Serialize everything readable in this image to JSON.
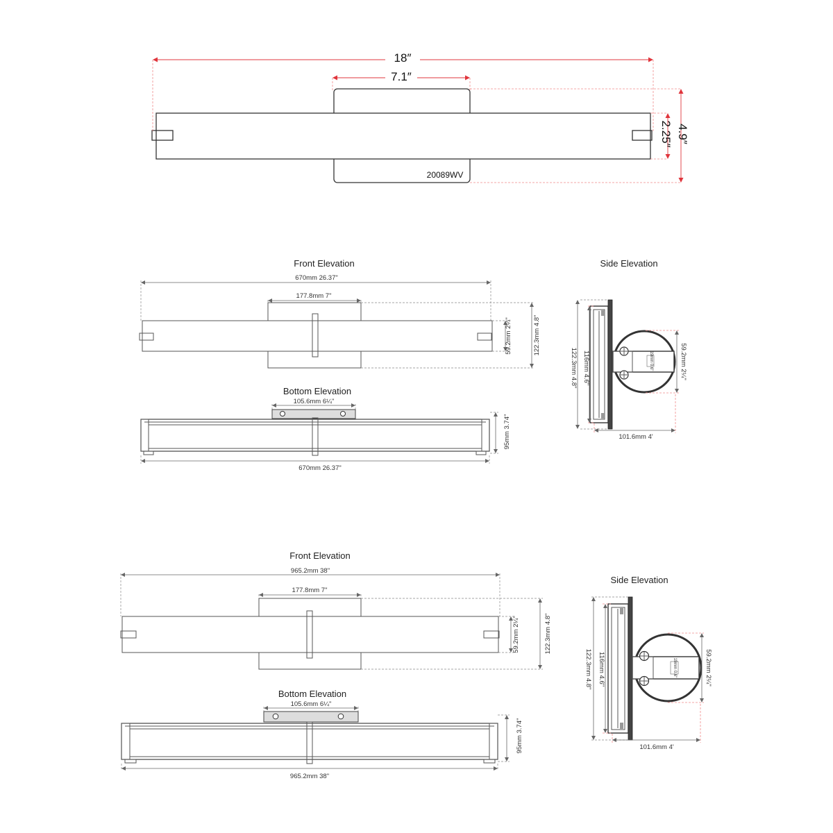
{
  "top": {
    "overall_width": "18″",
    "plate_width": "7.1″",
    "overall_height": "4.9″",
    "bar_height": "2.25″",
    "model": "20089WV"
  },
  "diagram1": {
    "front_title": "Front Elevation",
    "front_width": "670mm 26.37\"",
    "front_plate_width": "177.8mm 7\"",
    "front_bar_height": "59.2mm 2¼\"",
    "front_plate_height": "122.3mm 4.8\"",
    "bottom_title": "Bottom Elevation",
    "bottom_plate_width": "105.6mm 6¼\"",
    "bottom_depth": "95mm 3.74\"",
    "bottom_width": "670mm 26.37\"",
    "side_title": "Side Elevation",
    "side_height_inner": "116mm 4.6\"",
    "side_height_outer": "122.3mm 4.8\"",
    "side_ring_height": "59.2mm 2¼\"",
    "side_small": "19mm 0.6\"",
    "side_depth": "101.6mm 4'"
  },
  "diagram2": {
    "front_title": "Front Elevation",
    "front_width": "965.2mm 38\"",
    "front_plate_width": "177.8mm 7\"",
    "front_bar_height": "59.2mm 2¼\"",
    "front_plate_height": "122.3mm 4.8\"",
    "bottom_title": "Bottom Elevation",
    "bottom_plate_width": "105.6mm 6¼\"",
    "bottom_depth": "95mm 3.74\"",
    "bottom_width": "965.2mm 38\"",
    "side_title": "Side Elevation",
    "side_height_inner": "116mm 4.6\"",
    "side_height_outer": "122.3mm 4.8\"",
    "side_ring_height": "59.2mm 2¼\"",
    "side_small": "19mm 0.6\"",
    "side_depth": "101.6mm 4'"
  }
}
